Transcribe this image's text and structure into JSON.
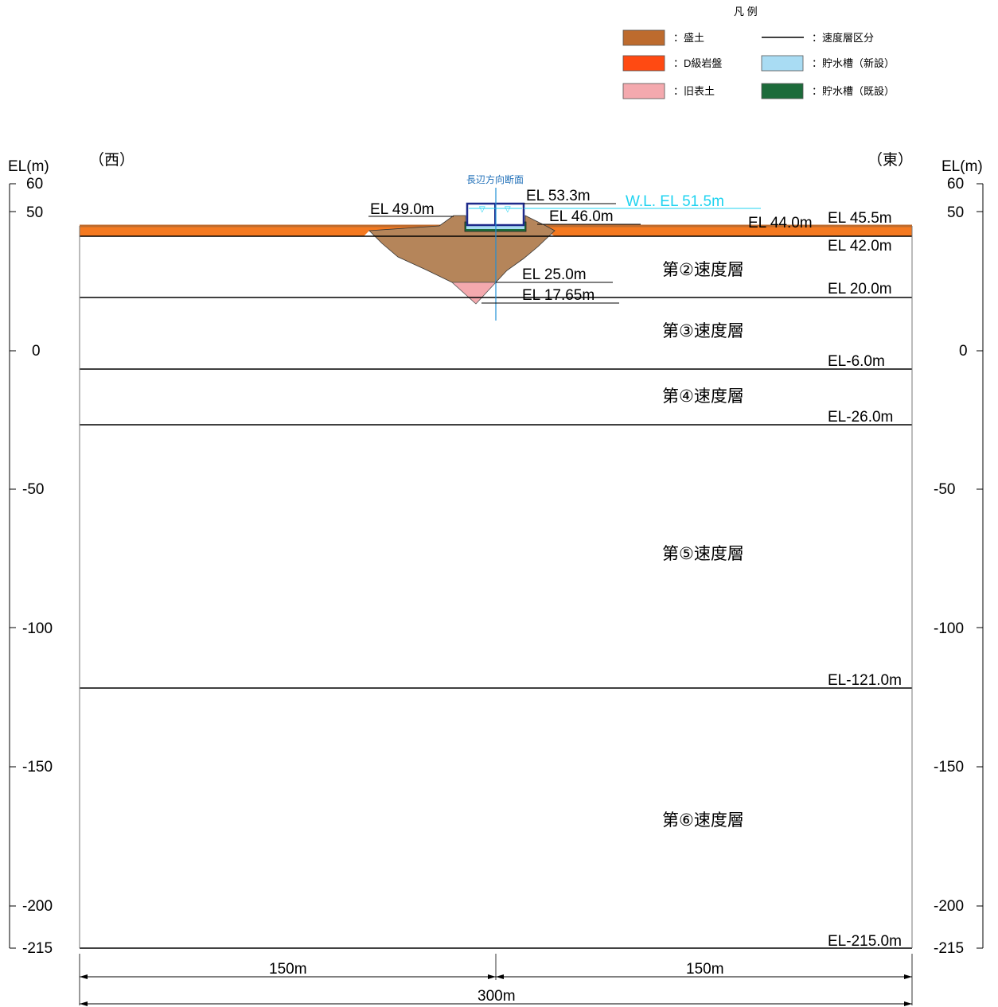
{
  "legend": {
    "title": "凡 例",
    "items": [
      {
        "label": "：盛土",
        "color": "#bd6b2e"
      },
      {
        "label": "：D級岩盤",
        "color": "#ff4a12"
      },
      {
        "label": "：旧表土",
        "color": "#f4a9ae"
      },
      {
        "label": "：速度層区分",
        "color": "#000000"
      },
      {
        "label": "：貯水槽（新設）",
        "color": "#a9dcf3"
      },
      {
        "label": "：貯水槽（既設）",
        "color": "#1c6b3a"
      }
    ]
  },
  "axes": {
    "left_title": "EL(m)",
    "right_title": "EL(m)",
    "ticks": [
      "60",
      "50",
      "0",
      "-50",
      "-100",
      "-150",
      "-200",
      "-215"
    ],
    "west": "（西）",
    "east": "（東）"
  },
  "section_label": "長辺方向断面",
  "elevations": {
    "el_53_3": "EL 53.3m",
    "wl": "W.L. EL 51.5m",
    "el_49_0": "EL 49.0m",
    "el_46_0": "EL 46.0m",
    "el_44_0": "EL 44.0m",
    "el_45_5": "EL 45.5m",
    "el_42_0": "EL 42.0m",
    "el_25_0": "EL 25.0m",
    "el_17_65": "EL 17.65m",
    "el_20_0": "EL 20.0m",
    "el_m6": "EL-6.0m",
    "el_m26": "EL-26.0m",
    "el_m121": "EL-121.0m",
    "el_m215": "EL-215.0m"
  },
  "layers": [
    "第②速度層",
    "第③速度層",
    "第④速度層",
    "第⑤速度層",
    "第⑥速度層"
  ],
  "dimensions": {
    "left": "150m",
    "right": "150m",
    "total": "300m"
  },
  "colors": {
    "fill": "#b5855a",
    "rock": "#f47920",
    "old_topsoil": "#f4a9ae",
    "tank_new": "#a9dcf3",
    "tank_old": "#1c6b3a",
    "water_line": "#1fd3f0",
    "center_line": "#1f8fd6"
  }
}
